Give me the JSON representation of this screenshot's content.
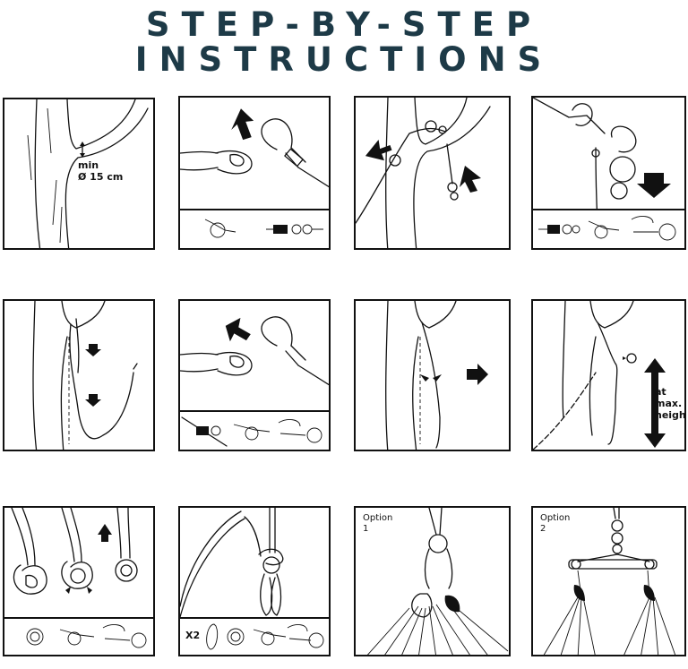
{
  "title": {
    "line1": "STEP-BY-STEP",
    "line2": "INSTRUCTIONS"
  },
  "steps": {
    "s1": {
      "label_min": "min",
      "label_diameter": "Ø 15 cm"
    },
    "s8": {
      "label_line1": "at",
      "label_line2": "max.",
      "label_line3": "height"
    },
    "s10": {
      "label_x2": "X2"
    },
    "s11": {
      "option_word": "Option",
      "option_number": "1"
    },
    "s12": {
      "option_word": "Option",
      "option_number": "2"
    }
  }
}
